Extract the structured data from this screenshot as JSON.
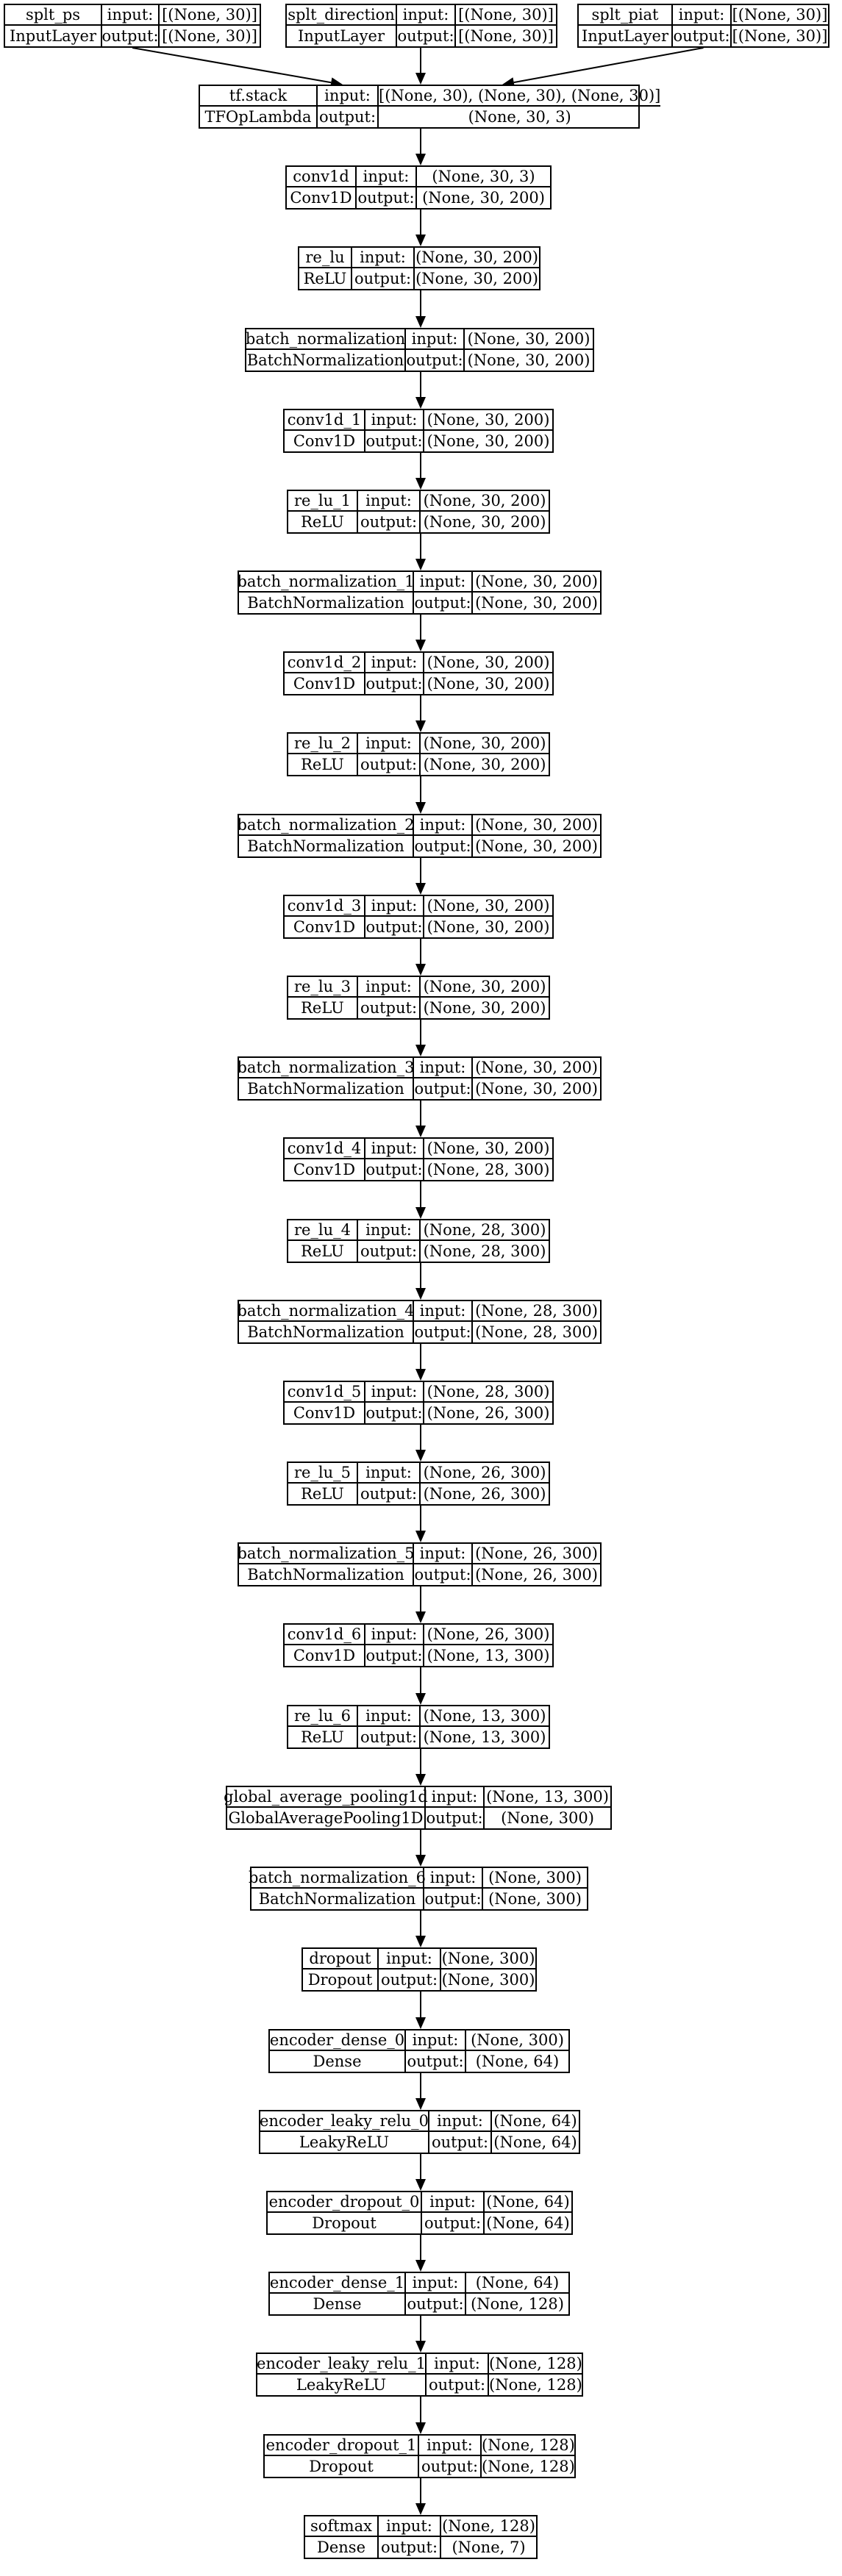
{
  "diagram": {
    "input_label": "input:",
    "output_label": "output:",
    "nodes": [
      {
        "id": "splt_ps",
        "name": "splt_ps",
        "type": "InputLayer",
        "input": "[(None, 30)]",
        "output": "[(None, 30)]"
      },
      {
        "id": "splt_direction",
        "name": "splt_direction",
        "type": "InputLayer",
        "input": "[(None, 30)]",
        "output": "[(None, 30)]"
      },
      {
        "id": "splt_piat",
        "name": "splt_piat",
        "type": "InputLayer",
        "input": "[(None, 30)]",
        "output": "[(None, 30)]"
      },
      {
        "id": "tf_stack",
        "name": "tf.stack",
        "type": "TFOpLambda",
        "input": "[(None, 30), (None, 30), (None, 30)]",
        "output": "(None, 30, 3)"
      },
      {
        "id": "conv1d",
        "name": "conv1d",
        "type": "Conv1D",
        "input": "(None, 30, 3)",
        "output": "(None, 30, 200)"
      },
      {
        "id": "re_lu",
        "name": "re_lu",
        "type": "ReLU",
        "input": "(None, 30, 200)",
        "output": "(None, 30, 200)"
      },
      {
        "id": "batch_normalization",
        "name": "batch_normalization",
        "type": "BatchNormalization",
        "input": "(None, 30, 200)",
        "output": "(None, 30, 200)"
      },
      {
        "id": "conv1d_1",
        "name": "conv1d_1",
        "type": "Conv1D",
        "input": "(None, 30, 200)",
        "output": "(None, 30, 200)"
      },
      {
        "id": "re_lu_1",
        "name": "re_lu_1",
        "type": "ReLU",
        "input": "(None, 30, 200)",
        "output": "(None, 30, 200)"
      },
      {
        "id": "batch_normalization_1",
        "name": "batch_normalization_1",
        "type": "BatchNormalization",
        "input": "(None, 30, 200)",
        "output": "(None, 30, 200)"
      },
      {
        "id": "conv1d_2",
        "name": "conv1d_2",
        "type": "Conv1D",
        "input": "(None, 30, 200)",
        "output": "(None, 30, 200)"
      },
      {
        "id": "re_lu_2",
        "name": "re_lu_2",
        "type": "ReLU",
        "input": "(None, 30, 200)",
        "output": "(None, 30, 200)"
      },
      {
        "id": "batch_normalization_2",
        "name": "batch_normalization_2",
        "type": "BatchNormalization",
        "input": "(None, 30, 200)",
        "output": "(None, 30, 200)"
      },
      {
        "id": "conv1d_3",
        "name": "conv1d_3",
        "type": "Conv1D",
        "input": "(None, 30, 200)",
        "output": "(None, 30, 200)"
      },
      {
        "id": "re_lu_3",
        "name": "re_lu_3",
        "type": "ReLU",
        "input": "(None, 30, 200)",
        "output": "(None, 30, 200)"
      },
      {
        "id": "batch_normalization_3",
        "name": "batch_normalization_3",
        "type": "BatchNormalization",
        "input": "(None, 30, 200)",
        "output": "(None, 30, 200)"
      },
      {
        "id": "conv1d_4",
        "name": "conv1d_4",
        "type": "Conv1D",
        "input": "(None, 30, 200)",
        "output": "(None, 28, 300)"
      },
      {
        "id": "re_lu_4",
        "name": "re_lu_4",
        "type": "ReLU",
        "input": "(None, 28, 300)",
        "output": "(None, 28, 300)"
      },
      {
        "id": "batch_normalization_4",
        "name": "batch_normalization_4",
        "type": "BatchNormalization",
        "input": "(None, 28, 300)",
        "output": "(None, 28, 300)"
      },
      {
        "id": "conv1d_5",
        "name": "conv1d_5",
        "type": "Conv1D",
        "input": "(None, 28, 300)",
        "output": "(None, 26, 300)"
      },
      {
        "id": "re_lu_5",
        "name": "re_lu_5",
        "type": "ReLU",
        "input": "(None, 26, 300)",
        "output": "(None, 26, 300)"
      },
      {
        "id": "batch_normalization_5",
        "name": "batch_normalization_5",
        "type": "BatchNormalization",
        "input": "(None, 26, 300)",
        "output": "(None, 26, 300)"
      },
      {
        "id": "conv1d_6",
        "name": "conv1d_6",
        "type": "Conv1D",
        "input": "(None, 26, 300)",
        "output": "(None, 13, 300)"
      },
      {
        "id": "re_lu_6",
        "name": "re_lu_6",
        "type": "ReLU",
        "input": "(None, 13, 300)",
        "output": "(None, 13, 300)"
      },
      {
        "id": "global_average_pooling1d",
        "name": "global_average_pooling1d",
        "type": "GlobalAveragePooling1D",
        "input": "(None, 13, 300)",
        "output": "(None, 300)"
      },
      {
        "id": "batch_normalization_6",
        "name": "batch_normalization_6",
        "type": "BatchNormalization",
        "input": "(None, 300)",
        "output": "(None, 300)"
      },
      {
        "id": "dropout",
        "name": "dropout",
        "type": "Dropout",
        "input": "(None, 300)",
        "output": "(None, 300)"
      },
      {
        "id": "encoder_dense_0",
        "name": "encoder_dense_0",
        "type": "Dense",
        "input": "(None, 300)",
        "output": "(None, 64)"
      },
      {
        "id": "encoder_leaky_relu_0",
        "name": "encoder_leaky_relu_0",
        "type": "LeakyReLU",
        "input": "(None, 64)",
        "output": "(None, 64)"
      },
      {
        "id": "encoder_dropout_0",
        "name": "encoder_dropout_0",
        "type": "Dropout",
        "input": "(None, 64)",
        "output": "(None, 64)"
      },
      {
        "id": "encoder_dense_1",
        "name": "encoder_dense_1",
        "type": "Dense",
        "input": "(None, 64)",
        "output": "(None, 128)"
      },
      {
        "id": "encoder_leaky_relu_1",
        "name": "encoder_leaky_relu_1",
        "type": "LeakyReLU",
        "input": "(None, 128)",
        "output": "(None, 128)"
      },
      {
        "id": "encoder_dropout_1",
        "name": "encoder_dropout_1",
        "type": "Dropout",
        "input": "(None, 128)",
        "output": "(None, 128)"
      },
      {
        "id": "softmax",
        "name": "softmax",
        "type": "Dense",
        "input": "(None, 128)",
        "output": "(None, 7)"
      }
    ],
    "edges": [
      [
        "splt_ps",
        "tf_stack"
      ],
      [
        "splt_direction",
        "tf_stack"
      ],
      [
        "splt_piat",
        "tf_stack"
      ],
      [
        "tf_stack",
        "conv1d"
      ],
      [
        "conv1d",
        "re_lu"
      ],
      [
        "re_lu",
        "batch_normalization"
      ],
      [
        "batch_normalization",
        "conv1d_1"
      ],
      [
        "conv1d_1",
        "re_lu_1"
      ],
      [
        "re_lu_1",
        "batch_normalization_1"
      ],
      [
        "batch_normalization_1",
        "conv1d_2"
      ],
      [
        "conv1d_2",
        "re_lu_2"
      ],
      [
        "re_lu_2",
        "batch_normalization_2"
      ],
      [
        "batch_normalization_2",
        "conv1d_3"
      ],
      [
        "conv1d_3",
        "re_lu_3"
      ],
      [
        "re_lu_3",
        "batch_normalization_3"
      ],
      [
        "batch_normalization_3",
        "conv1d_4"
      ],
      [
        "conv1d_4",
        "re_lu_4"
      ],
      [
        "re_lu_4",
        "batch_normalization_4"
      ],
      [
        "batch_normalization_4",
        "conv1d_5"
      ],
      [
        "conv1d_5",
        "re_lu_5"
      ],
      [
        "re_lu_5",
        "batch_normalization_5"
      ],
      [
        "batch_normalization_5",
        "conv1d_6"
      ],
      [
        "conv1d_6",
        "re_lu_6"
      ],
      [
        "re_lu_6",
        "global_average_pooling1d"
      ],
      [
        "global_average_pooling1d",
        "batch_normalization_6"
      ],
      [
        "batch_normalization_6",
        "dropout"
      ],
      [
        "dropout",
        "encoder_dense_0"
      ],
      [
        "encoder_dense_0",
        "encoder_leaky_relu_0"
      ],
      [
        "encoder_leaky_relu_0",
        "encoder_dropout_0"
      ],
      [
        "encoder_dropout_0",
        "encoder_dense_1"
      ],
      [
        "encoder_dense_1",
        "encoder_leaky_relu_1"
      ],
      [
        "encoder_leaky_relu_1",
        "encoder_dropout_1"
      ],
      [
        "encoder_dropout_1",
        "softmax"
      ]
    ]
  }
}
